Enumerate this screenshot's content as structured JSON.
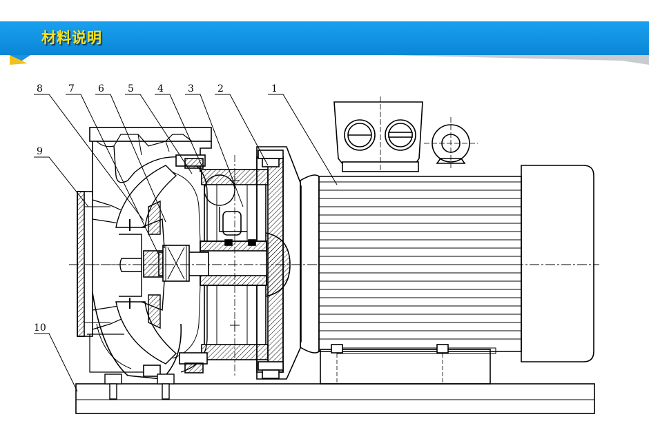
{
  "header": {
    "title": "材料说明",
    "bar_color": "#0a8fe0",
    "title_color": "#f7e21a",
    "corner_marker": "arrow-marker-icon"
  },
  "callouts": [
    {
      "number": "1"
    },
    {
      "number": "2"
    },
    {
      "number": "3"
    },
    {
      "number": "4"
    },
    {
      "number": "5"
    },
    {
      "number": "6"
    },
    {
      "number": "7"
    },
    {
      "number": "8"
    },
    {
      "number": "9"
    },
    {
      "number": "10"
    }
  ]
}
